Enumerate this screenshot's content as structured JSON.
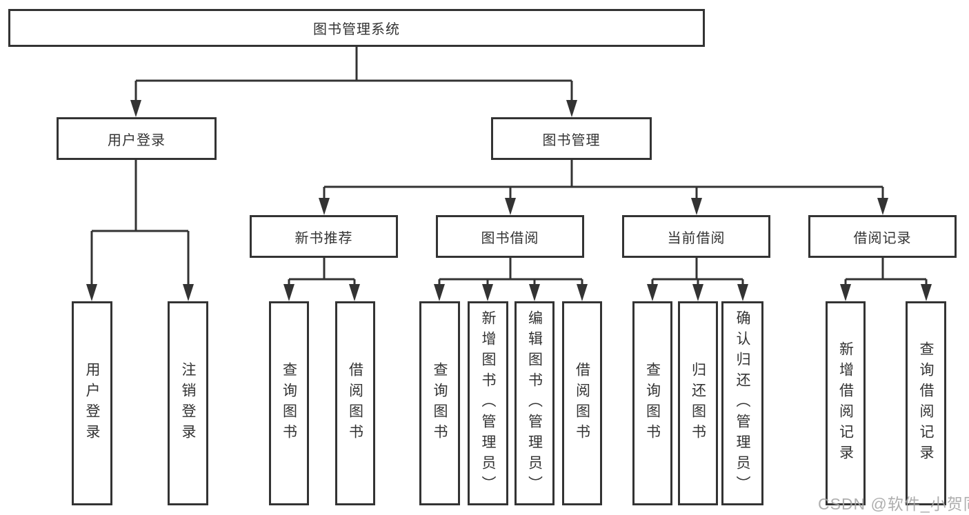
{
  "diagram": {
    "root": {
      "label": "图书管理系统"
    },
    "level2": [
      {
        "label": "用户登录",
        "leaves": [
          {
            "label": "用户登录"
          },
          {
            "label": "注销登录"
          }
        ]
      },
      {
        "label": "图书管理",
        "groups": [
          {
            "label": "新书推荐",
            "leaves": [
              {
                "label": "查询图书"
              },
              {
                "label": "借阅图书"
              }
            ]
          },
          {
            "label": "图书借阅",
            "leaves": [
              {
                "label": "查询图书"
              },
              {
                "label": "新增图书（管理员）"
              },
              {
                "label": "编辑图书（管理员）"
              },
              {
                "label": "借阅图书"
              }
            ]
          },
          {
            "label": "当前借阅",
            "leaves": [
              {
                "label": "查询图书"
              },
              {
                "label": "归还图书"
              },
              {
                "label": "确认归还（管理员）"
              }
            ]
          },
          {
            "label": "借阅记录",
            "leaves": [
              {
                "label": "新增借阅记录"
              },
              {
                "label": "查询借阅记录"
              }
            ]
          }
        ]
      }
    ]
  },
  "watermark": {
    "text": "CSDN @软件_小贺同学"
  },
  "colors": {
    "line": "#333333",
    "box_border": "#333333",
    "box_background": "#ffffff",
    "text": "#333333",
    "watermark": "#a6a6a6",
    "background": "#ffffff"
  }
}
